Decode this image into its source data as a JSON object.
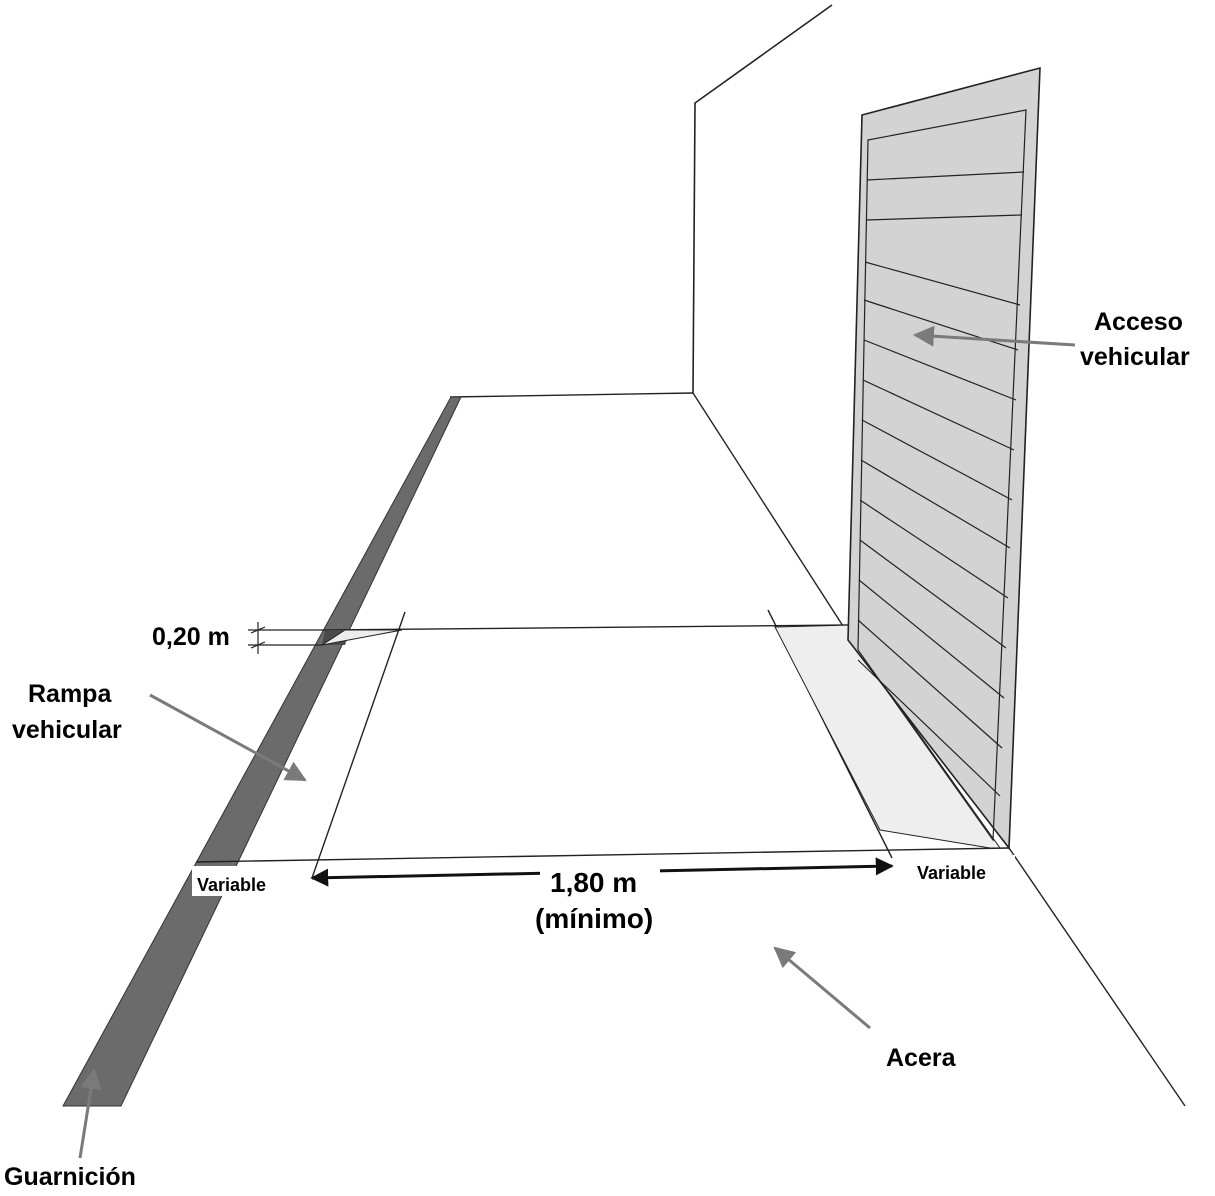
{
  "labels": {
    "acceso_line1": "Acceso",
    "acceso_line2": "vehicular",
    "rampa_line1": "Rampa",
    "rampa_line2": "vehicular",
    "guarnicion": "Guarnición",
    "acera": "Acera",
    "curb_height": "0,20 m",
    "width_value": "1,80 m",
    "width_note": "(mínimo)",
    "variable_left": "Variable",
    "variable_right": "Variable"
  },
  "colors": {
    "curb": "#6b6b6b",
    "gate": "#d3d3d3",
    "ramp_wing": "#ececec",
    "line": "#222222",
    "arrow": "#7a7a7a"
  }
}
